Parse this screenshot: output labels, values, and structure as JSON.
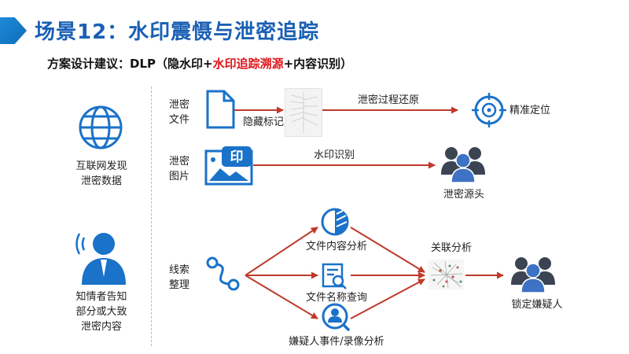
{
  "slide": {
    "title": "场景12：水印震慑与泄密追踪",
    "subtitle_prefix": "方案设计建议：DLP（隐水印+",
    "subtitle_highlight": "水印追踪溯源",
    "subtitle_suffix": "+内容识别）"
  },
  "left": {
    "internet_label": "互联网发现\n泄密数据",
    "informant_label": "知情者告知\n部分或大致\n泄密内容"
  },
  "rows": {
    "file_label": "泄密\n文件",
    "hidden_mark_label": "隐藏标记",
    "file_flow_label": "泄密过程还原",
    "locate_label": "精准定位",
    "image_label": "泄密\n图片",
    "image_flow_label": "水印识别",
    "source_label": "泄密源头",
    "clue_label": "线索\n整理",
    "content_analysis_label": "文件内容分析",
    "name_query_label": "文件名称查询",
    "suspect_analysis_label": "嫌疑人事件/录像分析",
    "correlation_label": "关联分析",
    "lock_label": "锁定嫌疑人"
  },
  "colors": {
    "title_blue": "#1a5fb4",
    "icon_blue": "#1a72c9",
    "arrow_red": "#c0392b",
    "highlight_red": "#e0161b",
    "people_dark": "#3b4452",
    "people_blue": "#3d72c4"
  }
}
